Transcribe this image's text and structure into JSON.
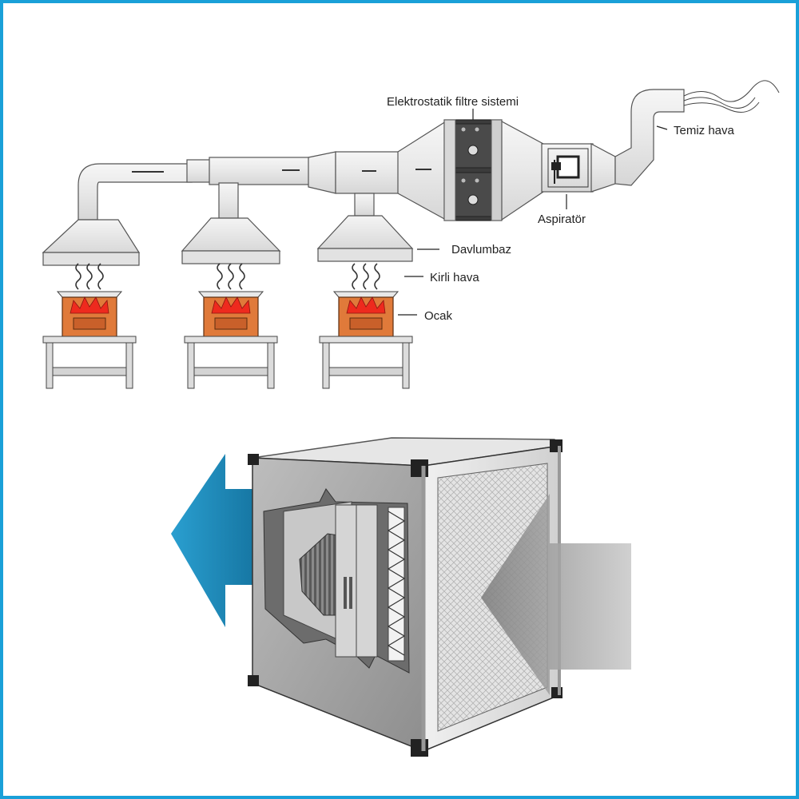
{
  "labels": {
    "filter_system": "Elektrostatik filtre sistemi",
    "clean_air": "Temiz hava",
    "fan": "Aspiratör",
    "hood": "Davlumbaz",
    "dirty_air": "Kirli hava",
    "stove": "Ocak"
  },
  "colors": {
    "frame": "#1aa0d8",
    "duct": "#ececec",
    "outline": "#444444",
    "filter_body": "#3c3c3c",
    "flame": "#ee2a1e",
    "stove": "#e07a3a",
    "arrow_out": "#1b86b8",
    "arrow_in": "#9a9a9a"
  }
}
